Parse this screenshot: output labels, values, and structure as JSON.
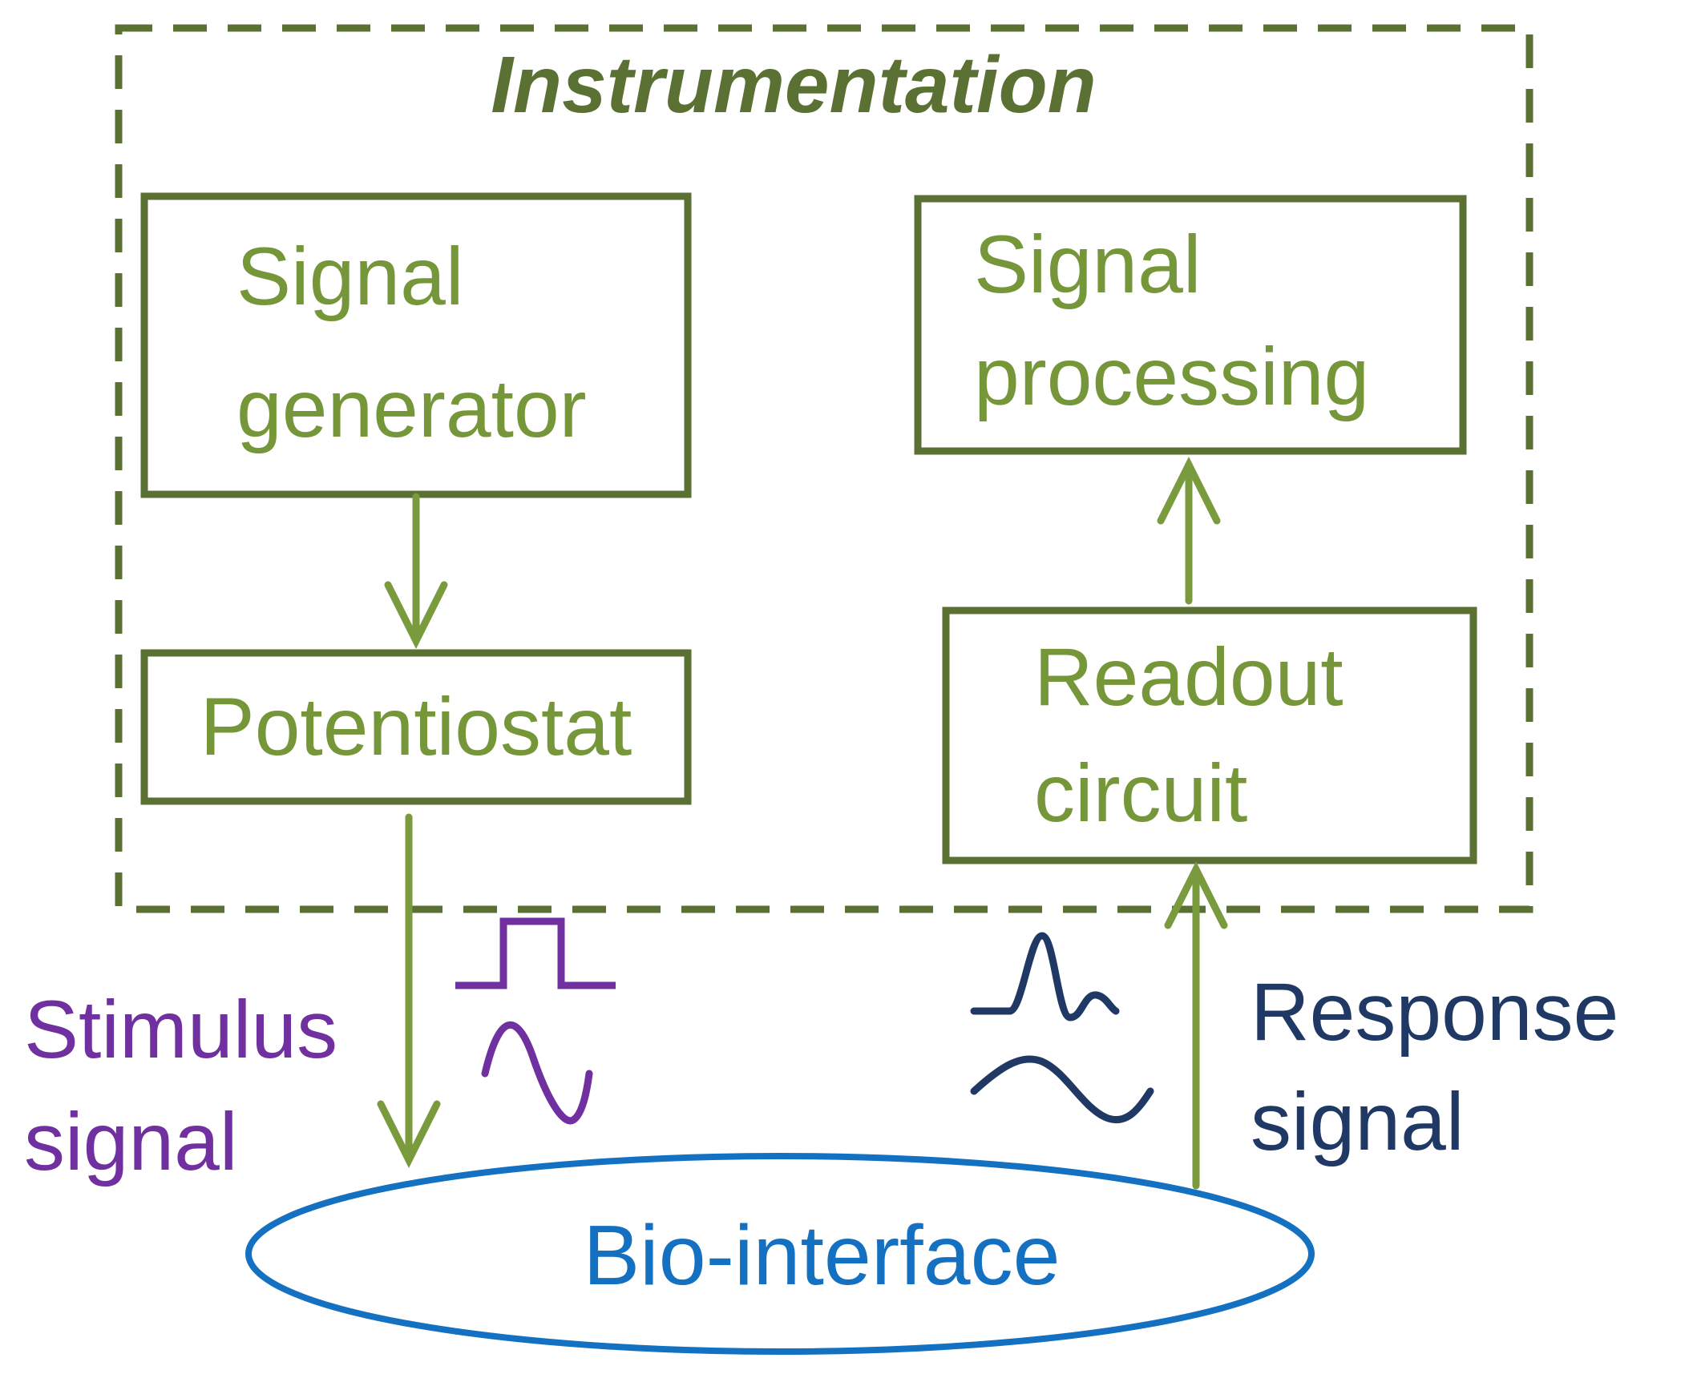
{
  "title": "Instrumentation",
  "blocks": {
    "signal_generator": [
      "Signal",
      "generator"
    ],
    "potentiostat": [
      "Potentiostat"
    ],
    "signal_processing": [
      "Signal",
      "processing"
    ],
    "readout_circuit": [
      "Readout",
      "circuit"
    ],
    "bio_interface": [
      "Bio-interface"
    ]
  },
  "signals": {
    "stimulus": [
      "Stimulus",
      "signal"
    ],
    "response": [
      "Response",
      "signal"
    ]
  },
  "colors": {
    "frame": "#5b7133",
    "block_text": "#76963a",
    "arrow": "#7a9a3e",
    "stimulus": "#7030a0",
    "response": "#1f3864",
    "bio": "#1470c0"
  }
}
